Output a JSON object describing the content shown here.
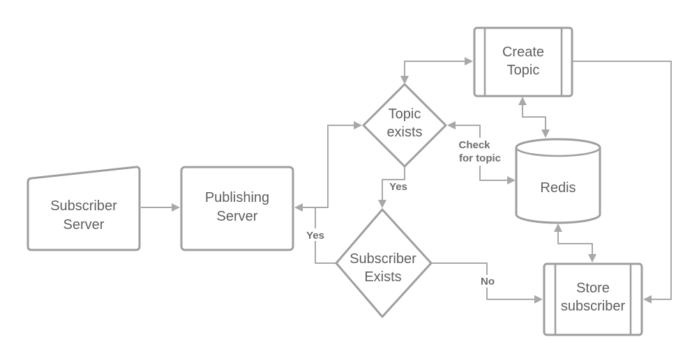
{
  "nodes": {
    "subscriber_server": {
      "line1": "Subscriber",
      "line2": "Server"
    },
    "publishing_server": {
      "line1": "Publishing",
      "line2": "Server"
    },
    "topic_exists": {
      "line1": "Topic",
      "line2": "exists"
    },
    "create_topic": {
      "line1": "Create",
      "line2": "Topic"
    },
    "redis": {
      "label": "Redis"
    },
    "subscriber_exists": {
      "line1": "Subscriber",
      "line2": "Exists"
    },
    "store_subscriber": {
      "line1": "Store",
      "line2": "subscriber"
    }
  },
  "edge_labels": {
    "check_line1": "Check",
    "check_line2": "for topic",
    "yes_topic": "Yes",
    "yes_subscriber": "Yes",
    "no_subscriber": "No"
  },
  "colors": {
    "stroke": "#9e9e9e",
    "connector": "#a8a8a8",
    "text": "#5f5f5f",
    "label": "#6d6d6d",
    "background": "#ffffff"
  }
}
